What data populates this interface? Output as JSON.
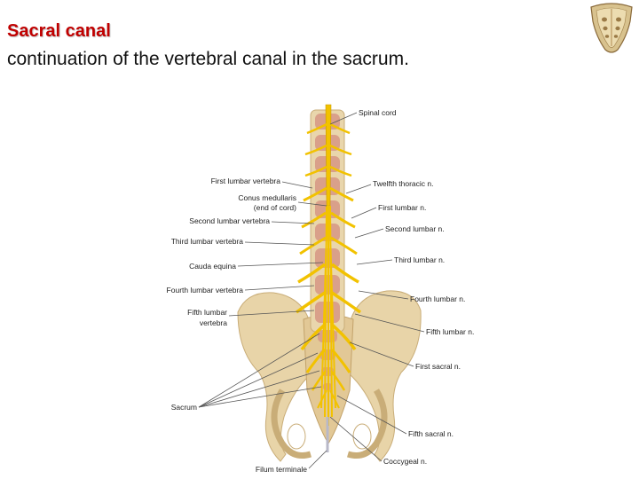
{
  "slide": {
    "title": "Sacral canal",
    "subtitle": "continuation of the vertebral canal in the sacrum."
  },
  "colors": {
    "title": "#c00000",
    "bone": "#e8d4a8",
    "nerve": "#f2c200",
    "disc": "#d9a08a"
  },
  "icons": {
    "top_right": "sacrum-bone-image"
  },
  "figure": {
    "labels_left": {
      "first_lumbar_vertebra": "First lumbar vertebra",
      "conus_medullaris_1": "Conus medullaris",
      "conus_medullaris_2": "(end of cord)",
      "second_lumbar_vertebra": "Second lumbar vertebra",
      "third_lumbar_vertebra": "Third lumbar vertebra",
      "cauda_equina": "Cauda equina",
      "fourth_lumbar_vertebra": "Fourth lumbar vertebra",
      "fifth_lumbar_1": "Fifth lumbar",
      "fifth_lumbar_2": "vertebra",
      "sacrum": "Sacrum",
      "filum_terminale": "Filum terminale"
    },
    "labels_right": {
      "spinal_cord": "Spinal cord",
      "twelfth_thoracic_n": "Twelfth thoracic n.",
      "first_lumbar_n": "First lumbar n.",
      "second_lumbar_n": "Second lumbar n.",
      "third_lumbar_n": "Third lumbar n.",
      "fourth_lumbar_n": "Fourth lumbar n.",
      "fifth_lumbar_n": "Fifth lumbar n.",
      "first_sacral_n": "First sacral n.",
      "fifth_sacral_n": "Fifth sacral n.",
      "coccygeal_n": "Coccygeal n."
    }
  }
}
